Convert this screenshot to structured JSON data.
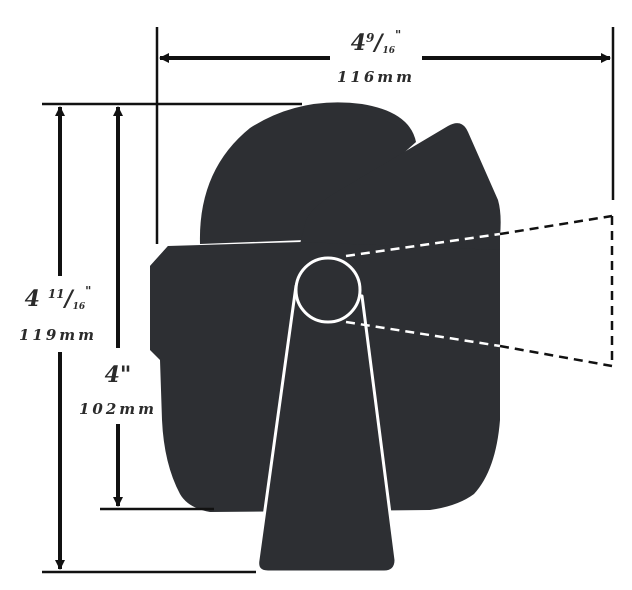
{
  "dimensions": {
    "width": {
      "whole": "4",
      "num": "9",
      "den": "16",
      "inch_mark": "\"",
      "mm": "116mm"
    },
    "height_overall": {
      "whole": "4",
      "num": "11",
      "den": "16",
      "inch_mark": "\"",
      "mm": "119mm"
    },
    "height_body": {
      "label": "4\"",
      "mm": "102mm"
    }
  },
  "colors": {
    "body": "#2d2f33",
    "line": "#111111",
    "text": "#2b2b2b",
    "stroke_light": "#ffffff"
  }
}
